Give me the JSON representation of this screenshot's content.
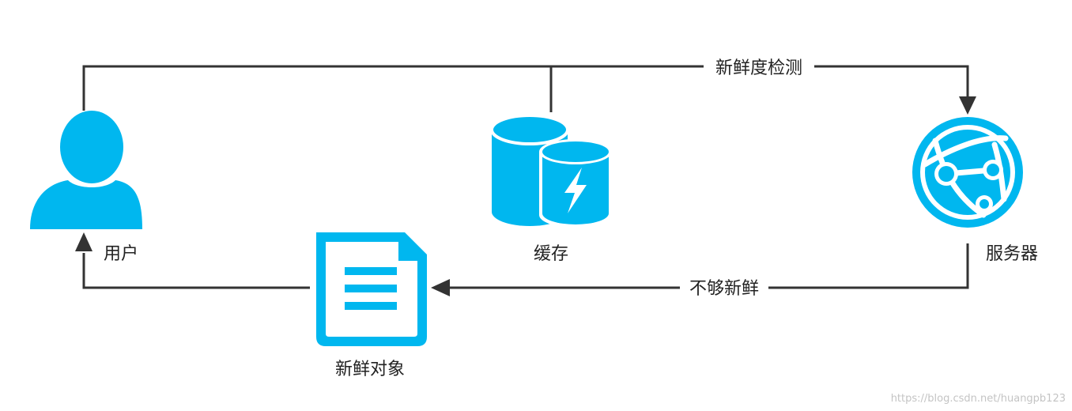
{
  "diagram": {
    "nodes": {
      "user": {
        "label": "用户",
        "icon": "user-icon"
      },
      "cache": {
        "label": "缓存",
        "icon": "cache-database-icon"
      },
      "server": {
        "label": "服务器",
        "icon": "globe-network-icon"
      },
      "fresh_object": {
        "label": "新鲜对象",
        "icon": "document-icon"
      }
    },
    "edges": {
      "freshness_check": {
        "label": "新鲜度检测",
        "from": "user",
        "to": "server"
      },
      "not_fresh": {
        "label": "不够新鲜",
        "from": "server",
        "to": "fresh_object"
      },
      "return_to_user": {
        "label": "",
        "from": "fresh_object",
        "to": "user"
      }
    }
  },
  "colors": {
    "icon": "#00B7EF",
    "line": "#333333",
    "text": "#222222"
  },
  "watermark": "https://blog.csdn.net/huangpb123"
}
